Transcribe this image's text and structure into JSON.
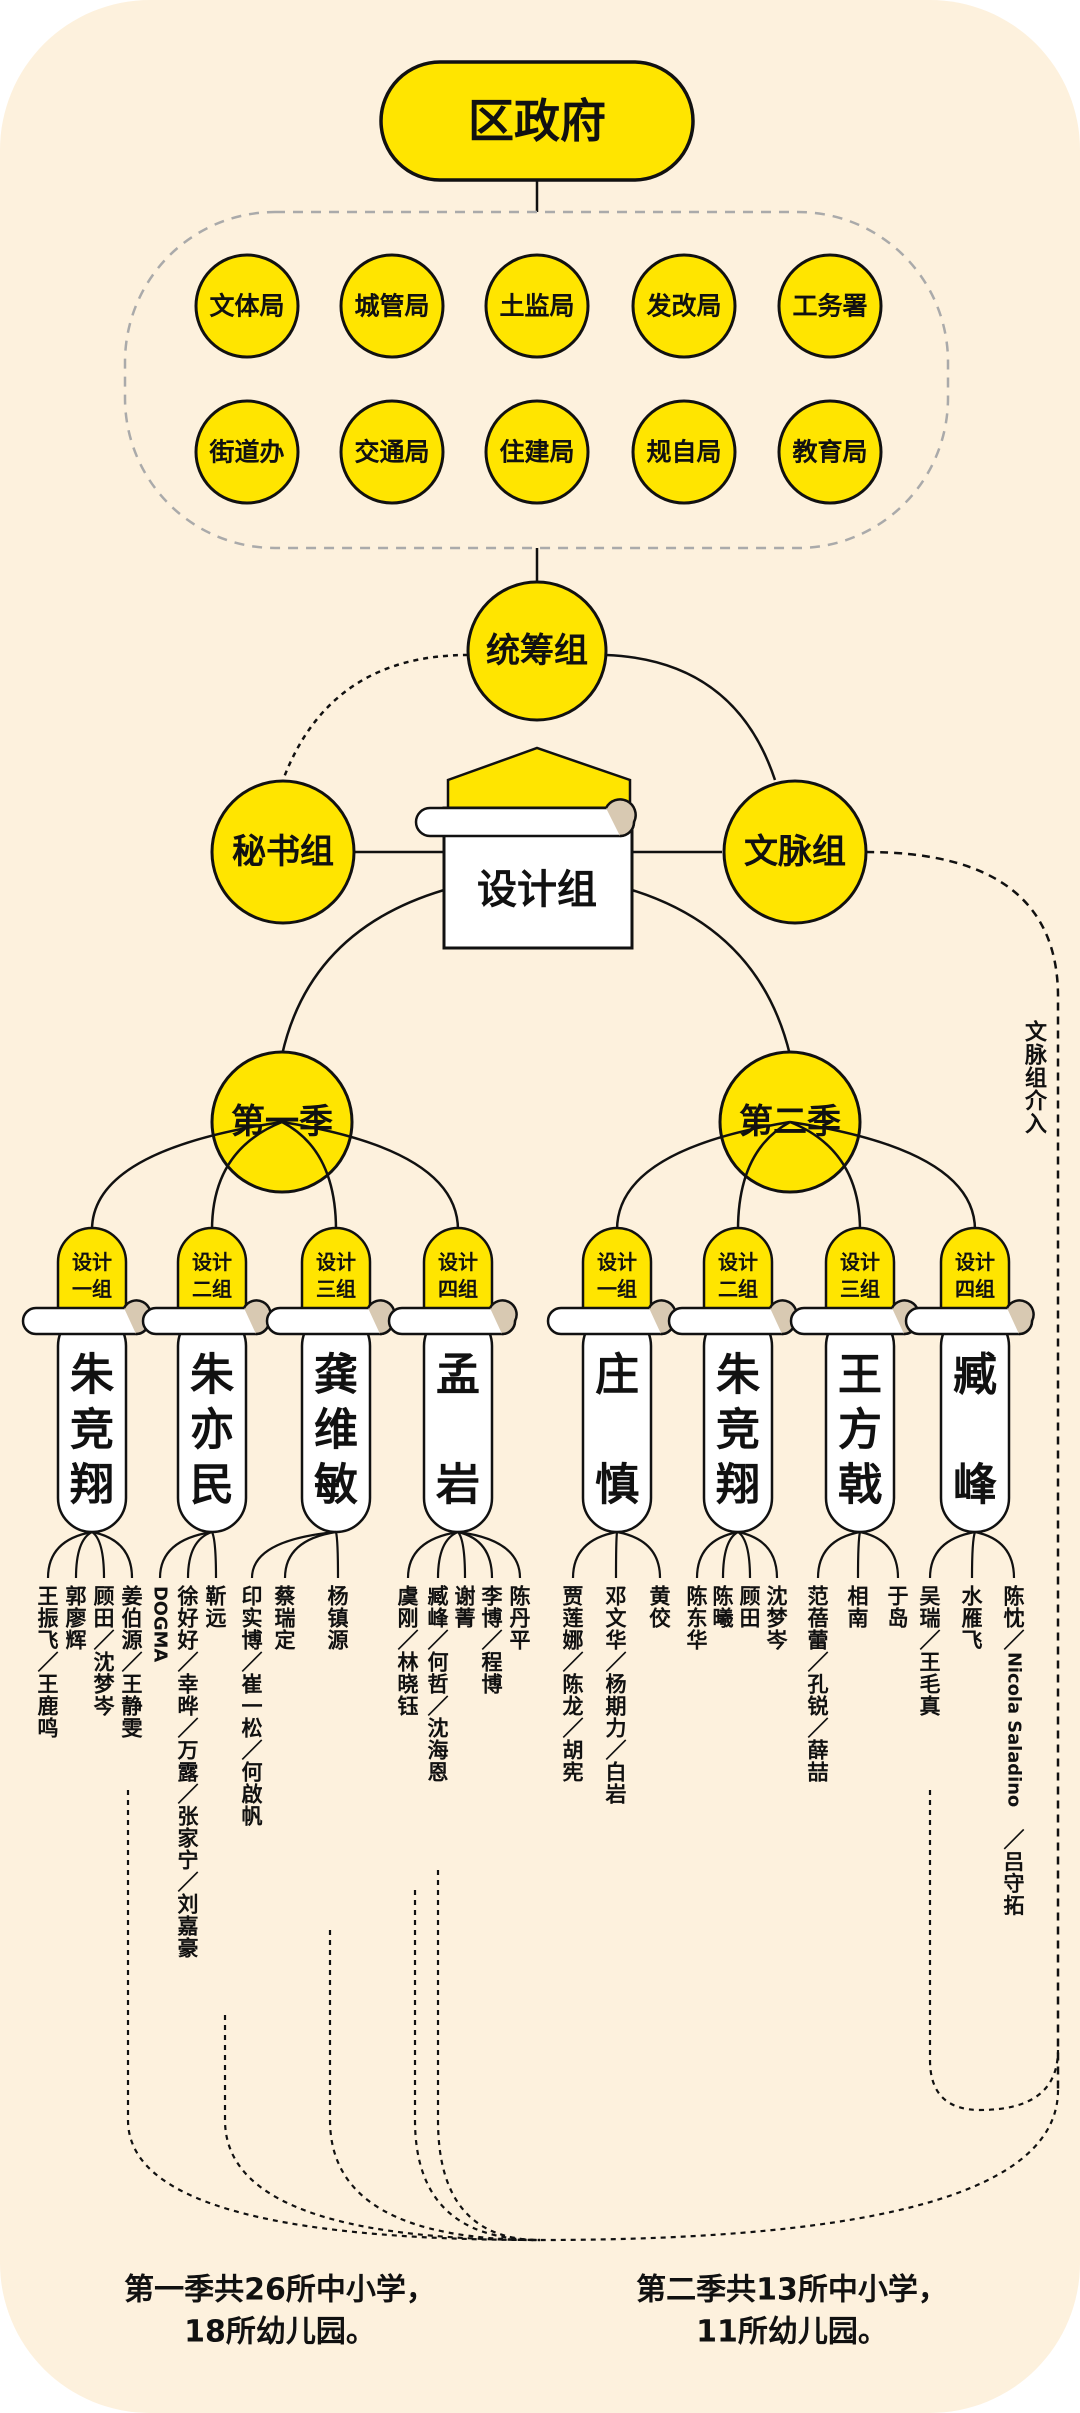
{
  "root": "区政府",
  "bureaus_row1": [
    "文体局",
    "城管局",
    "土监局",
    "发改局",
    "工务署"
  ],
  "bureaus_row2": [
    "街道办",
    "交通局",
    "住建局",
    "规自局",
    "教育局"
  ],
  "coordination": "统筹组",
  "secretariat": "秘书组",
  "context_group": "文脉组",
  "design_group": "设计组",
  "side_note": "文脉组介入",
  "seasons": [
    {
      "name": "第一季",
      "groups": [
        {
          "badge": [
            "设计",
            "一组"
          ],
          "leader": [
            "朱",
            "竞",
            "翔"
          ],
          "members": [
            "王振飞／王鹿鸣",
            "郭廖辉",
            "顾田／沈梦岑",
            "姜伯源／王静雯"
          ]
        },
        {
          "badge": [
            "设计",
            "二组"
          ],
          "leader": [
            "朱",
            "亦",
            "民"
          ],
          "members": [
            "DOGMA",
            "徐好好／幸晔／万露／张家宁／刘嘉豪",
            "靳远"
          ]
        },
        {
          "badge": [
            "设计",
            "三组"
          ],
          "leader": [
            "龚",
            "维",
            "敏"
          ],
          "members": [
            "印实博／崔一松／何啟帆",
            "蔡瑞定",
            "杨镇源"
          ]
        },
        {
          "badge": [
            "设计",
            "四组"
          ],
          "leader": [
            "孟",
            "",
            "岩"
          ],
          "members": [
            "虞刚／林晓钰",
            "臧峰／何哲／沈海恩",
            "谢菁",
            "李博／程博",
            "陈丹平"
          ]
        }
      ],
      "summary": [
        "第一季共26所中小学，",
        "18所幼儿园。"
      ]
    },
    {
      "name": "第二季",
      "groups": [
        {
          "badge": [
            "设计",
            "一组"
          ],
          "leader": [
            "庄",
            "",
            "慎"
          ],
          "members": [
            "贾莲娜／陈龙／胡宪",
            "邓文华／杨期力／白岩",
            "黄佼"
          ]
        },
        {
          "badge": [
            "设计",
            "二组"
          ],
          "leader": [
            "朱",
            "竞",
            "翔"
          ],
          "members": [
            "陈东华",
            "陈曦",
            "顾田",
            "沈梦岑"
          ]
        },
        {
          "badge": [
            "设计",
            "三组"
          ],
          "leader": [
            "王",
            "方",
            "戟"
          ],
          "members": [
            "范蓓蕾／孔锐／薛喆",
            "相南",
            "于岛"
          ]
        },
        {
          "badge": [
            "设计",
            "四组"
          ],
          "leader": [
            "臧",
            "",
            "峰"
          ],
          "members": [
            "吴瑞／王毛真",
            "水雁飞",
            "陈忱／Nicola Saladino／吕守拓"
          ]
        }
      ],
      "summary": [
        "第二季共13所中小学，",
        "11所幼儿园。"
      ]
    }
  ]
}
